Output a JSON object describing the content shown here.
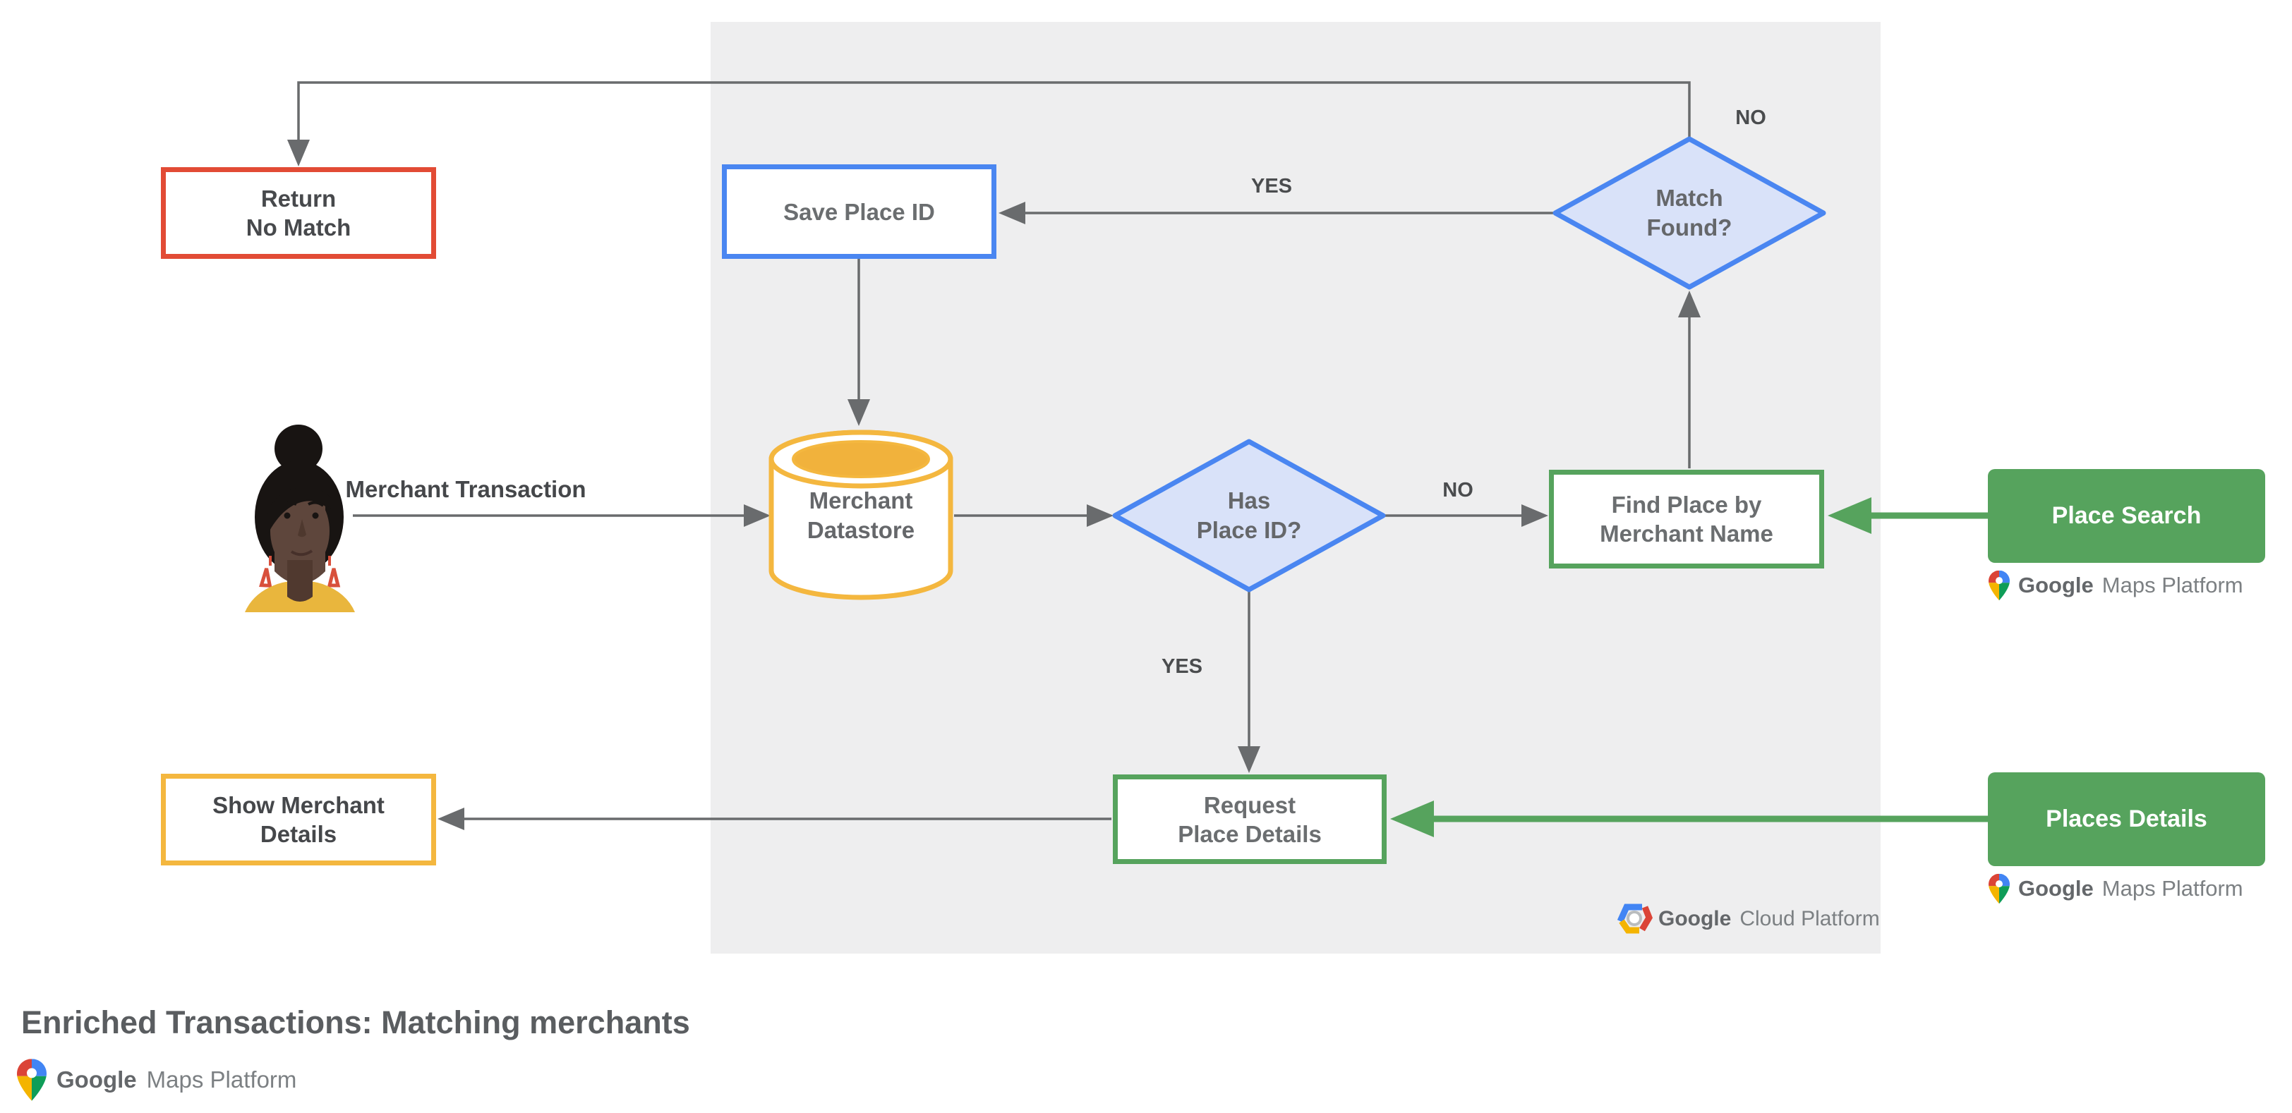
{
  "title": "Enriched Transactions: Matching merchants",
  "brand": {
    "google": "Google",
    "maps_platform": "Maps Platform",
    "cloud_platform": "Cloud Platform"
  },
  "nodes": {
    "return_no_match": {
      "line1": "Return",
      "line2": "No Match"
    },
    "save_place_id": {
      "line1": "Save Place ID"
    },
    "match_found": {
      "line1": "Match",
      "line2": "Found?"
    },
    "merchant_datastore": {
      "line1": "Merchant",
      "line2": "Datastore"
    },
    "has_place_id": {
      "line1": "Has",
      "line2": "Place ID?"
    },
    "find_place_by_merchant_name": {
      "line1": "Find Place by",
      "line2": "Merchant Name"
    },
    "request_place_details": {
      "line1": "Request",
      "line2": "Place Details"
    },
    "show_merchant_details": {
      "line1": "Show Merchant",
      "line2": "Details"
    },
    "place_search": {
      "label": "Place Search"
    },
    "places_details": {
      "label": "Places Details"
    }
  },
  "edge_labels": {
    "merchant_transaction": "Merchant Transaction",
    "yes_to_save": "YES",
    "no_to_return": "NO",
    "no_to_find": "NO",
    "yes_to_request": "YES"
  },
  "colors": {
    "red": "#E24B35",
    "blue_border": "#4A86F1",
    "blue_fill": "#D9E2F9",
    "yellow": "#F4B73F",
    "green": "#56A35D",
    "line_gray": "#696B6D",
    "panel_gray": "#EEEEEF"
  }
}
